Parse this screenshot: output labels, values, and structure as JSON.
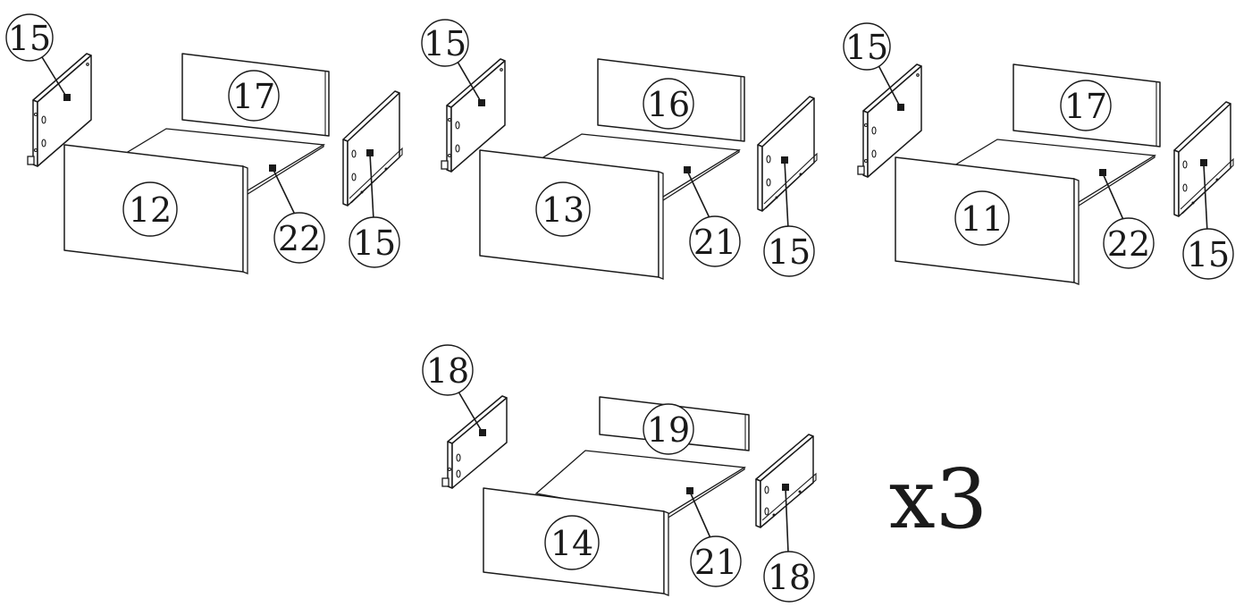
{
  "drawers": [
    {
      "id": "drawer-1",
      "left_side": "15",
      "back": "17",
      "front": "12",
      "bottom": "22",
      "right_side": "15"
    },
    {
      "id": "drawer-2",
      "left_side": "15",
      "back": "16",
      "front": "13",
      "bottom": "21",
      "right_side": "15"
    },
    {
      "id": "drawer-3",
      "left_side": "15",
      "back": "17",
      "front": "11",
      "bottom": "22",
      "right_side": "15"
    },
    {
      "id": "drawer-4",
      "left_side": "18",
      "back": "19",
      "front": "14",
      "bottom": "21",
      "right_side": "18"
    }
  ],
  "quantity_label": "x3"
}
